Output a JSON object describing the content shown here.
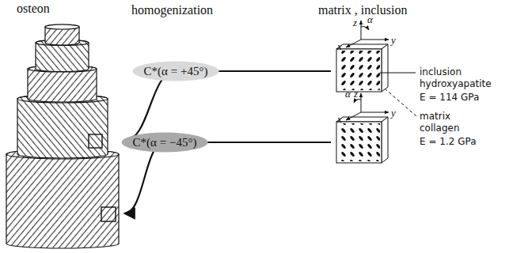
{
  "diagram": {
    "nodes": [
      {
        "text": [
          "osteon"
        ]
      },
      {
        "text": [
          "z",
          "α",
          "y",
          "x"
        ]
      },
      {
        "text": [
          "z",
          "α",
          "y",
          "x"
        ]
      }
    ],
    "edges": [
      {
        "from": 1,
        "to": 0,
        "arrow": "to",
        "label": "C*(α = +45°)"
      },
      {
        "from": 2,
        "to": 0,
        "arrow": "to",
        "label": "C*(α = −45°)"
      }
    ],
    "labels": [
      "homogenization",
      "matrix , inclusion",
      "inclusion hydroxyapatite",
      "E = 114 GPa",
      "matrix collagen",
      "E = 1.2 GPa"
    ]
  }
}
